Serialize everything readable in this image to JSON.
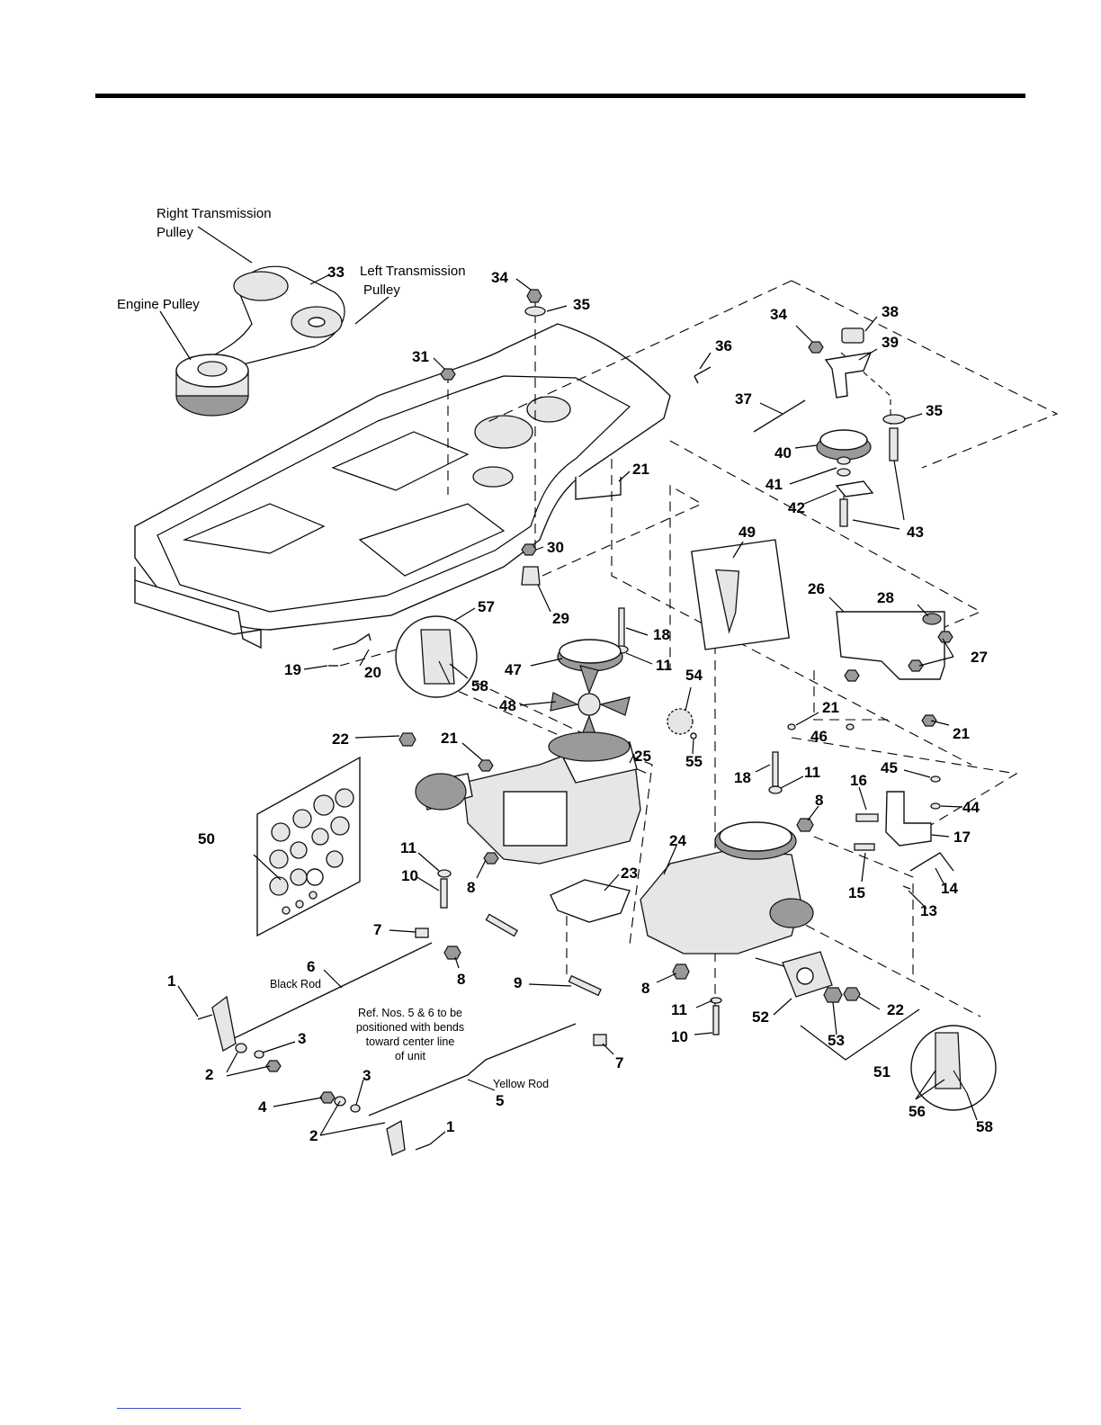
{
  "labels": {
    "right_transmission_pulley": [
      "Right Transmission",
      "Pulley"
    ],
    "left_transmission_pulley": [
      "Left Transmission",
      "Pulley"
    ],
    "engine_pulley": "Engine Pulley",
    "black_rod": "Black Rod",
    "yellow_rod": "Yellow Rod",
    "rod_note": [
      "Ref. Nos. 5 & 6 to be",
      "positioned with bends",
      "toward center line",
      "of unit"
    ]
  },
  "callouts": {
    "c33": "33",
    "c34a": "34",
    "c35a": "35",
    "c31": "31",
    "c36": "36",
    "c34b": "34",
    "c38": "38",
    "c39": "39",
    "c35b": "35",
    "c37": "37",
    "c40": "40",
    "c41": "41",
    "c42": "42",
    "c43": "43",
    "c21a": "21",
    "c30": "30",
    "c29": "29",
    "c49": "49",
    "c26": "26",
    "c28": "28",
    "c27": "27",
    "c57": "57",
    "c58a": "58",
    "c18a": "18",
    "c11a": "11",
    "c47": "47",
    "c54": "54",
    "c48": "48",
    "c19": "19",
    "c20": "20",
    "c21b": "21",
    "c21c": "21",
    "c46": "46",
    "c22a": "22",
    "c21d": "21",
    "c25": "25",
    "c55": "55",
    "c18b": "18",
    "c11b": "11",
    "c45": "45",
    "c16": "16",
    "c8a": "8",
    "c44": "44",
    "c50": "50",
    "c24": "24",
    "c17": "17",
    "c11c": "11",
    "c10a": "10",
    "c8b": "8",
    "c23": "23",
    "c15": "15",
    "c14": "14",
    "c13": "13",
    "c7a": "7",
    "c6": "6",
    "c8c": "8",
    "c1a": "1",
    "c9": "9",
    "c8d": "8",
    "c11d": "11",
    "c52": "52",
    "c22b": "22",
    "c10b": "10",
    "c53": "53",
    "c3a": "3",
    "c2a": "2",
    "c7b": "7",
    "c51": "51",
    "c3b": "3",
    "c4": "4",
    "c5": "5",
    "c56": "56",
    "c58b": "58",
    "c2b": "2",
    "c1b": "1"
  }
}
